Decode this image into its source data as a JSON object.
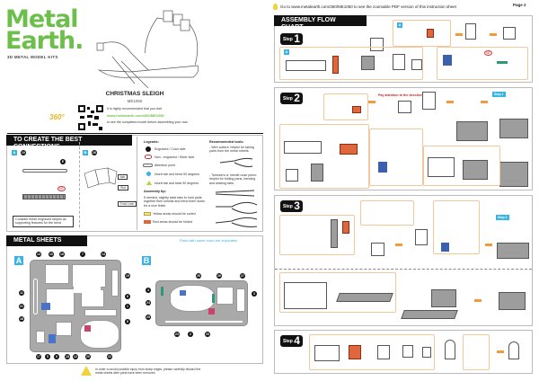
{
  "brand": {
    "line1": "Metal",
    "line2": "Earth.",
    "tagline": "3D METAL MODEL KITS"
  },
  "product": {
    "title": "CHRISTMAS SLEIGH",
    "code": "ME1050",
    "badge": "360°",
    "visit_line": "It is highly recommended that you visit",
    "url": "www.metalearth.com/360/ME1050",
    "after_line": "to see the completed model before assembling your own"
  },
  "connections": {
    "title": "TO CREATE THE BEST CONNECTIONS",
    "a_label": "A",
    "a_part": "10",
    "b_label": "B",
    "b_part": "26",
    "callout_e": "E",
    "callout_ne": "NE",
    "tab_labels": [
      "tab",
      "Slot",
      "Fold Line"
    ],
    "note": "Consider these engraved stripes as supporting features for the bend"
  },
  "legends": {
    "title": "Legends:",
    "items": [
      "Engraved / Color side",
      "Non - engraved / Silver side",
      "Attention point",
      "Insert tab and bend 90 degrees",
      "Insert tab and twist 90 degrees"
    ],
    "tip_title": "Assembly tip:",
    "tip_text": "If needed, slightly twist tabs to hold parts together then untwist and bend them down for a nice finish.",
    "yellow": "Yellow areas should be curled",
    "red": "Red areas should be folded"
  },
  "tools": {
    "title": "Recommended tools:",
    "t1": "- Wire cutters: helpful for taking parts from the metal sheets.",
    "t2": "- Tweezers or needle nose pliers: helpful for folding parts, bending and twisting tabs."
  },
  "sheets": {
    "title": "METAL SHEETS",
    "note": "Parts with same color are duplicates",
    "a": "A",
    "b": "B",
    "a_top": [
      "13",
      "10",
      "16",
      "7",
      "14"
    ],
    "a_left": [
      "11",
      "21",
      "18"
    ],
    "a_right": [
      "19",
      "6",
      "1",
      "8"
    ],
    "a_bottom": [
      "17",
      "5",
      "9",
      "18",
      "12",
      "20",
      "22"
    ],
    "b_top": [
      "28",
      "26",
      "27"
    ],
    "b_left": [
      "4",
      "24",
      "25"
    ],
    "b_right": [
      "3"
    ],
    "b_bottom": [
      "23",
      "2",
      "20"
    ],
    "warning": "In order to avoid possible injury from sharp edges, please carefully discard the metal sheets after parts have been removed."
  },
  "right": {
    "top_link": "Go to www.metalearth.com/360/ME1050 to see the zoomable PDF version of this instruction sheet",
    "page": "Page 2",
    "flow_title": "ASSEMBLY FLOW CHART",
    "step_word": "Step",
    "steps": [
      "1",
      "2",
      "3",
      "4"
    ],
    "direction_note": "Pay attention to the direction",
    "ref1": "Step 1",
    "ref2": "Step 2",
    "ne": "NE"
  },
  "colors": {
    "green": "#6cbf4a",
    "blue": "#37b3e6",
    "orange": "#f39a3c",
    "red": "#e0663d"
  }
}
